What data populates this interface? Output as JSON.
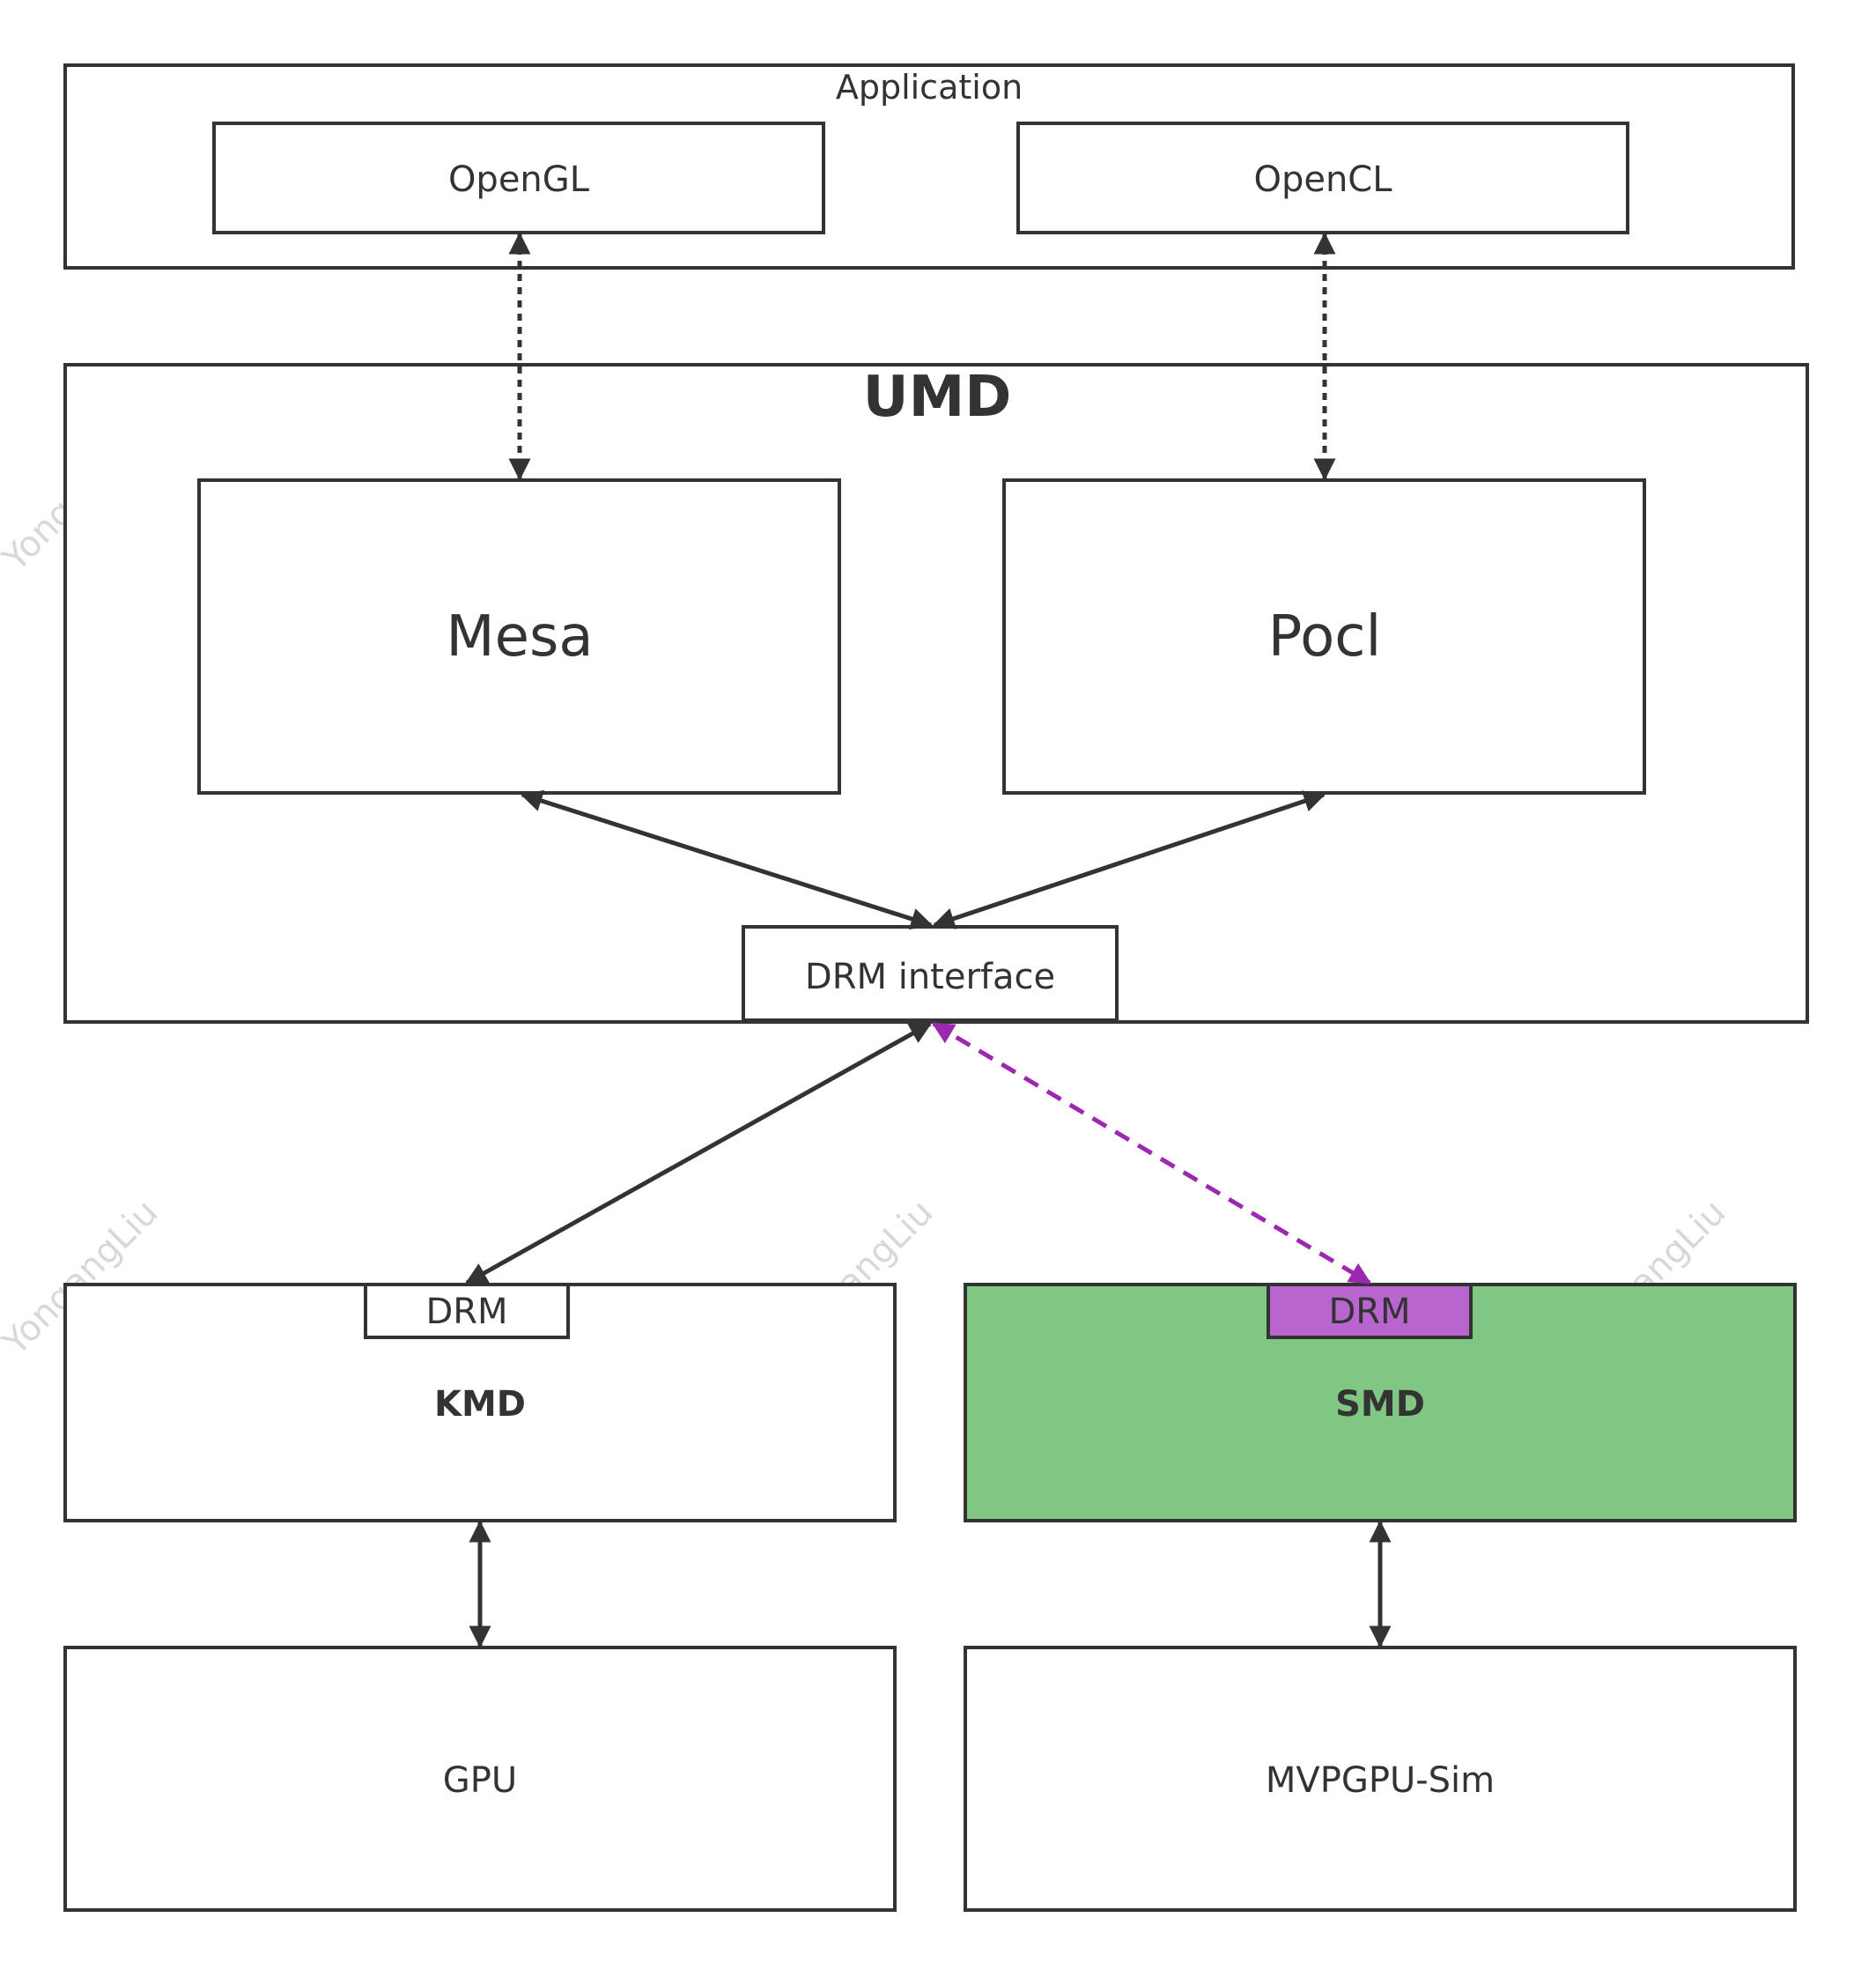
{
  "watermark": "YongangLiu",
  "colors": {
    "stroke": "#333333",
    "smd_fill": "#81c784",
    "drm_purple_fill": "#b865cf",
    "purple_link": "#9c27b0"
  },
  "application": {
    "title": "Application",
    "opengl": "OpenGL",
    "opencl": "OpenCL"
  },
  "umd": {
    "title": "UMD",
    "mesa": "Mesa",
    "pocl": "Pocl",
    "drm_interface": "DRM interface"
  },
  "kmd": {
    "title": "KMD",
    "drm": "DRM"
  },
  "smd": {
    "title": "SMD",
    "drm": "DRM"
  },
  "gpu": {
    "title": "GPU"
  },
  "sim": {
    "title": "MVPGPU-Sim"
  }
}
